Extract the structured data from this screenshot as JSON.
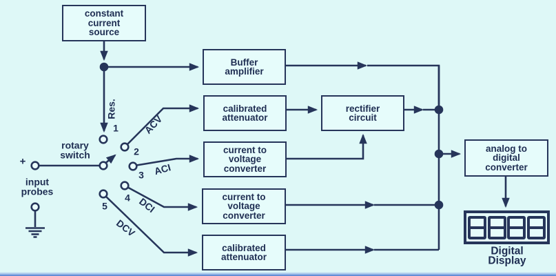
{
  "diagram": {
    "background_color": "#def8f7",
    "line_color": "#26355a",
    "text_color": "#1e2d52",
    "boxes": {
      "constant_current_source": "constant\ncurrent\nsource",
      "buffer_amplifier": "Buffer\namplifier",
      "calibrated_attenuator_acv": "calibrated\nattenuator",
      "rectifier_circuit": "rectifier\ncircuit",
      "current_to_voltage_converter_aci": "current to\nvoltage\nconverter",
      "current_to_voltage_converter_dci": "current to\nvoltage\nconverter",
      "calibrated_attenuator_dcv": "calibrated\nattenuator",
      "analog_to_digital_converter": "analog to\ndigital\nconverter"
    },
    "input": {
      "plus": "+",
      "label": "input\nprobes"
    },
    "switch": {
      "label": "rotary\nswitch",
      "positions": [
        {
          "number": "1",
          "mode": "Res."
        },
        {
          "number": "2",
          "mode": "ACV"
        },
        {
          "number": "3",
          "mode": "ACI"
        },
        {
          "number": "4",
          "mode": "DCI"
        },
        {
          "number": "5",
          "mode": "DCV"
        }
      ]
    },
    "display": {
      "value": "8888",
      "label": "Digital Display"
    }
  }
}
